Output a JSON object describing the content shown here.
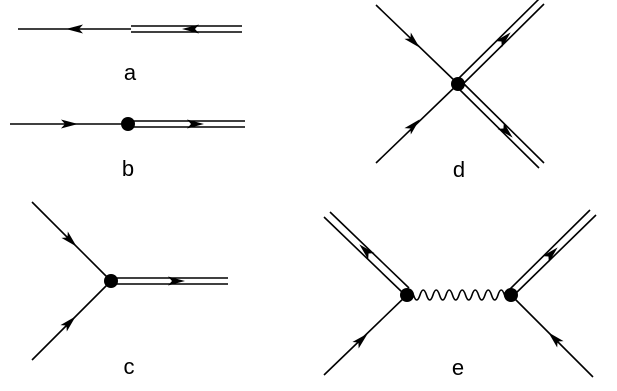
{
  "diagrams": [
    {
      "id": "a",
      "label": "a"
    },
    {
      "id": "b",
      "label": "b"
    },
    {
      "id": "c",
      "label": "c"
    },
    {
      "id": "d",
      "label": "d"
    },
    {
      "id": "e",
      "label": "e"
    }
  ]
}
